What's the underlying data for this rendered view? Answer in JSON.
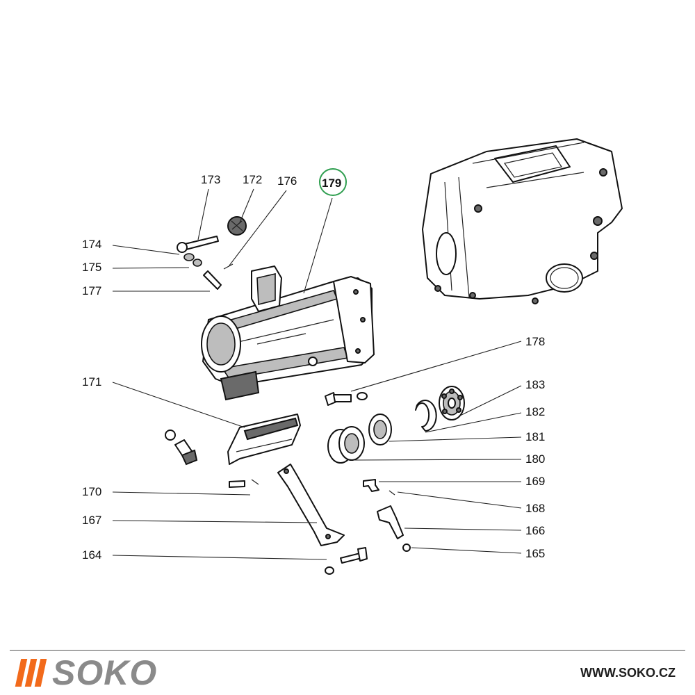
{
  "diagram": {
    "part_labels": [
      "173",
      "172",
      "176",
      "179",
      "174",
      "175",
      "177",
      "178",
      "171",
      "183",
      "182",
      "181",
      "180",
      "169",
      "168",
      "170",
      "167",
      "166",
      "164",
      "165"
    ],
    "highlighted_part": "179",
    "highlight_color": "#2e9e4f"
  },
  "footer": {
    "brand": "SOKO",
    "brand_color": "#8a8a8a",
    "accent_color": "#f26a1b",
    "url": "WWW.SOKO.CZ"
  }
}
